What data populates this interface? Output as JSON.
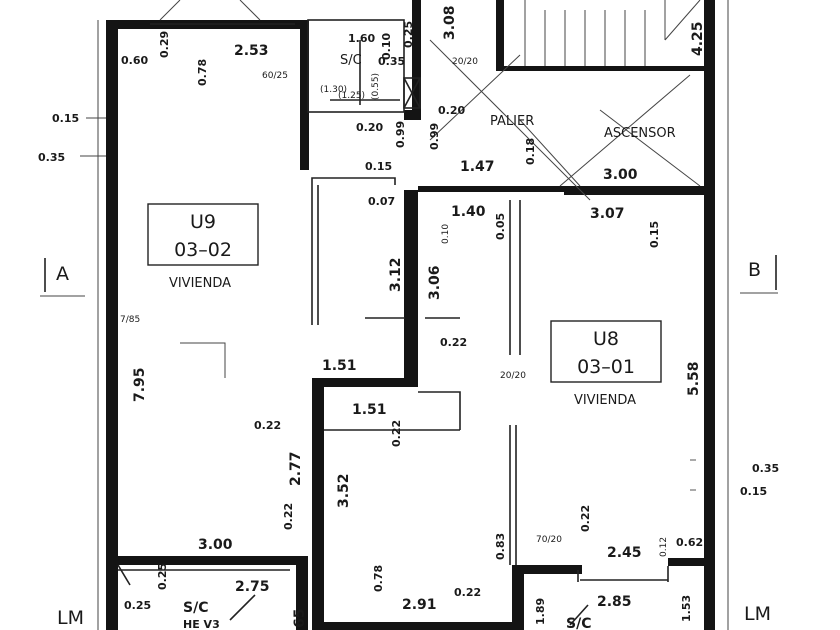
{
  "units": [
    {
      "id": "U9",
      "code": "03–02",
      "use": "VIVIENDA"
    },
    {
      "id": "U8",
      "code": "03–01",
      "use": "VIVIENDA"
    }
  ],
  "rooms": {
    "palier": "PALIER",
    "ascensor": "ASCENSOR",
    "service_left": "S/C",
    "service_top": "S/C",
    "service_bottom_right": "S/C",
    "service_left_code": "HE V3"
  },
  "axes": {
    "a": "A",
    "b": "B",
    "lm_left": "LM",
    "lm_right": "LM"
  },
  "dims": {
    "d060": "0.60",
    "d029": "0.29",
    "d078a": "0.78",
    "d253": "2.53",
    "d160": "1.60",
    "d010": "0.10",
    "d035a": "0.35",
    "d025a": "0.25",
    "d130": "(1.30)",
    "d125": "(1.25)",
    "d055": "(0.55)",
    "d3087": "3.08",
    "d4025": "4.25",
    "d015l": "0.15",
    "d035l": "0.35",
    "d020a": "0.20",
    "d020b": "0.20",
    "d099a": "0.99",
    "d099b": "0.99",
    "d015b": "0.15",
    "d147": "1.47",
    "d018": "0.18",
    "d300top": "3.00",
    "d007": "0.07",
    "d140": "1.40",
    "d010b": "0.10",
    "d005": "0.05",
    "d307": "3.07",
    "d015c": "0.15",
    "d312": "3.12",
    "d306": "3.06",
    "d022a": "0.22",
    "d151a": "1.51",
    "d151b": "1.51",
    "d022b": "0.22",
    "d022c": "0.22",
    "d795": "7.95",
    "d558": "5.58",
    "d277": "2.77",
    "d352": "3.52",
    "d035r": "0.35",
    "d015r": "0.15",
    "d300bot": "3.00",
    "d022d": "0.22",
    "d275": "2.75",
    "d025b": "0.25",
    "d025c": "0.25",
    "d065": "65",
    "d078b": "0.78",
    "d291": "2.91",
    "d022e": "0.22",
    "d083": "0.83",
    "d022f": "0.22",
    "d245": "2.45",
    "d012": "0.12",
    "d062": "0.62",
    "d189": "1.89",
    "d285": "2.85",
    "d153": "1.53"
  },
  "notes": {
    "n6025": "60/25",
    "n2020a": "20/20",
    "n2020b": "20/20",
    "n7020": "70/20",
    "n785": "7/85"
  }
}
